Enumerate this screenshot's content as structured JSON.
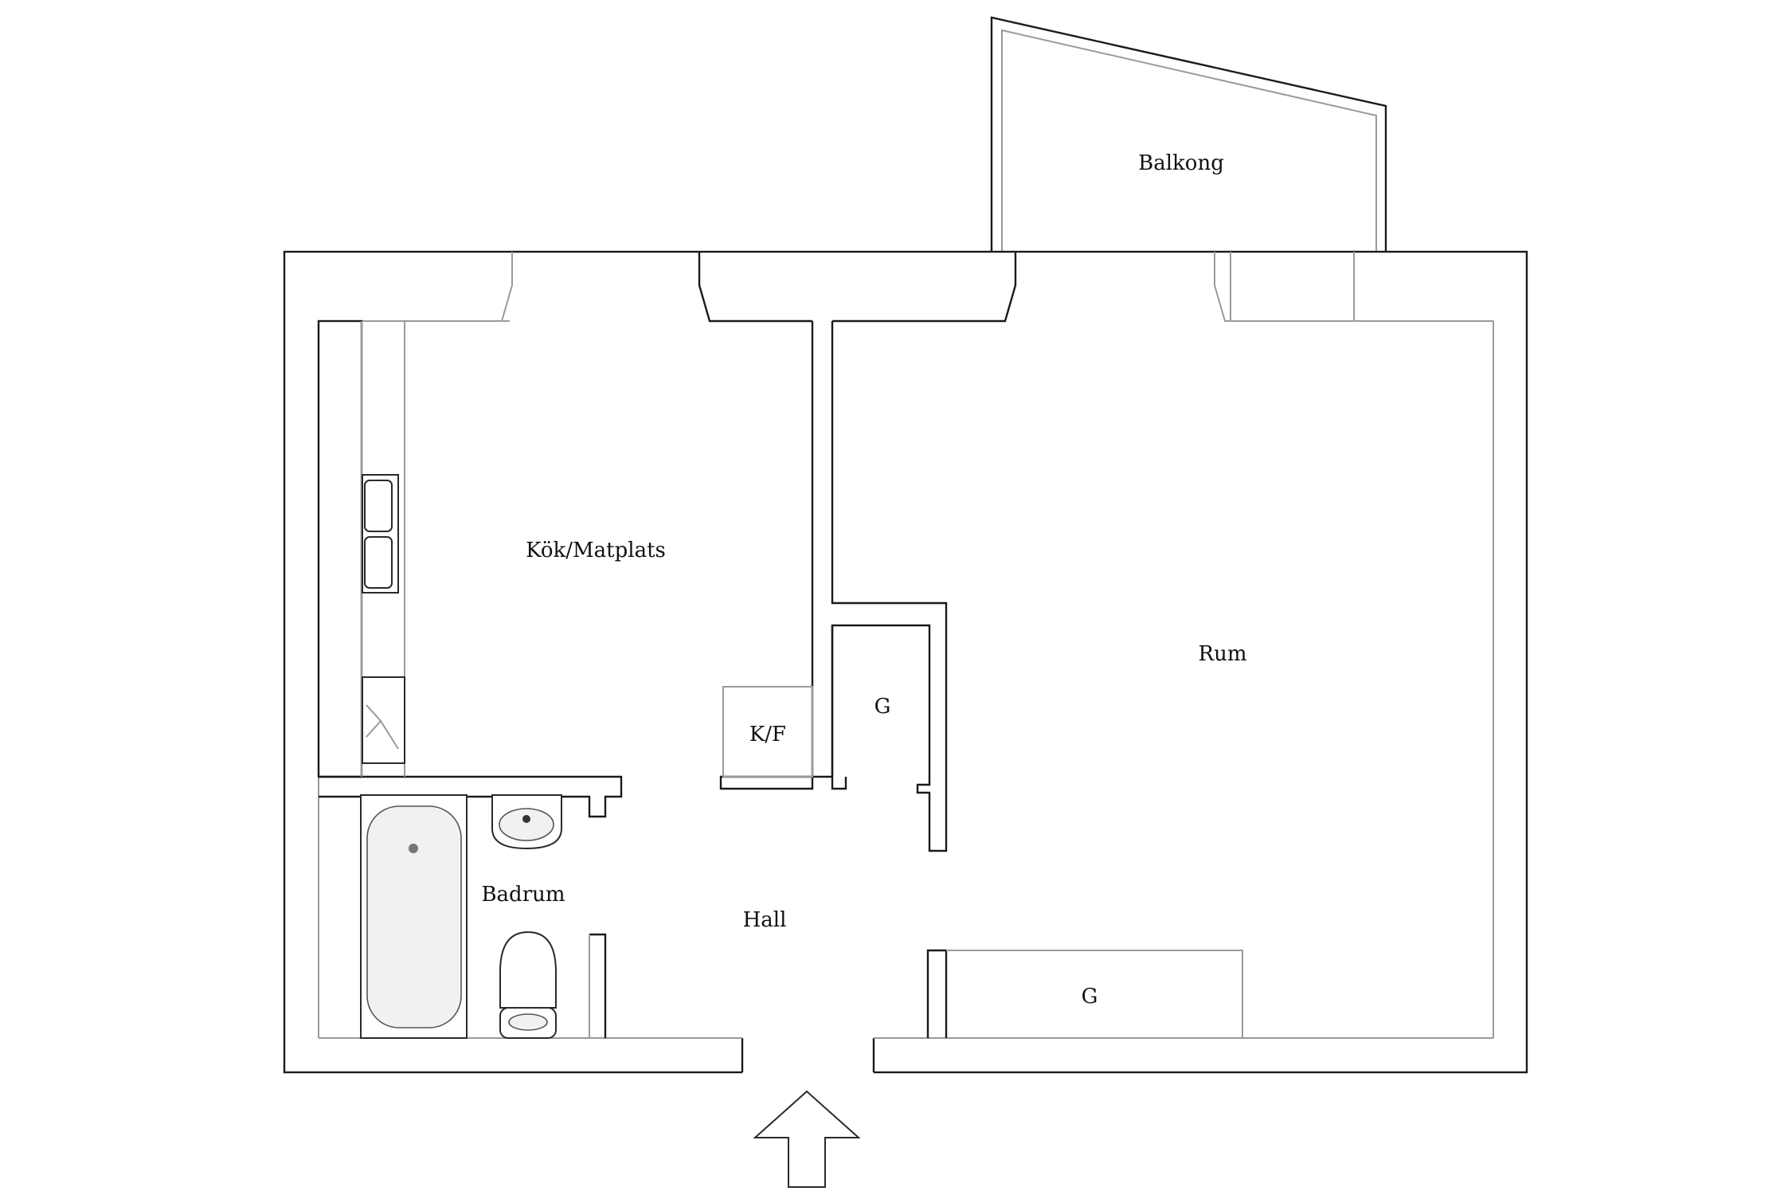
{
  "rooms": {
    "balcony": "Balkong",
    "kitchen": "Kök/Matplats",
    "room": "Rum",
    "bathroom": "Badrum",
    "hall": "Hall",
    "fridge_freezer": "K/F",
    "wardrobe_small": "G",
    "wardrobe_large": "G"
  },
  "icons": {
    "entrance": "entrance-arrow-icon",
    "bathtub": "bathtub-icon",
    "toilet": "toilet-icon",
    "washbasin": "washbasin-icon",
    "sink": "kitchen-sink-icon",
    "stove": "stove-icon"
  },
  "colors": {
    "wall_stroke": "#1a1a1a",
    "interior_line": "#9a9a9a",
    "background": "#ffffff"
  }
}
